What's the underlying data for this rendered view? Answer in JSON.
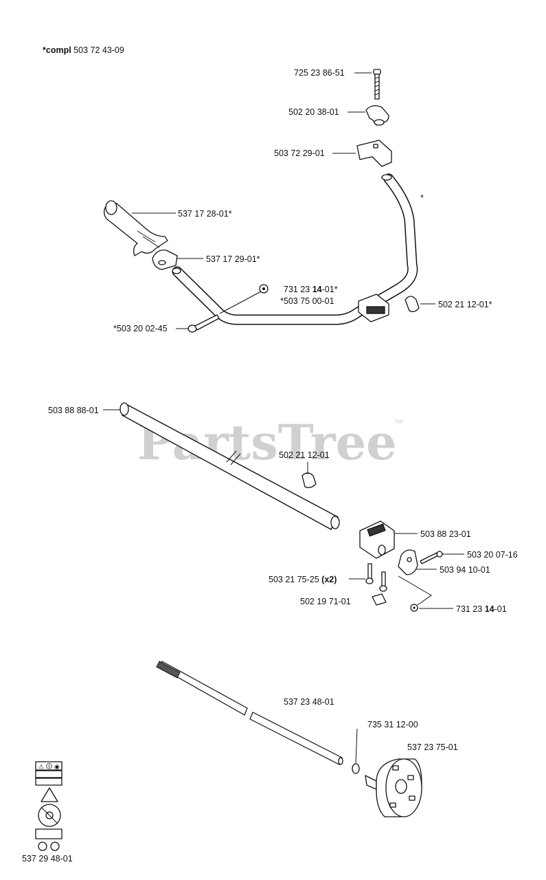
{
  "watermark": {
    "text": "PartsTree",
    "tm": "™"
  },
  "header_note": {
    "prefix": "*compl",
    "number": " 503 72 43-09"
  },
  "labels": {
    "p1": "725 23 86-51",
    "p2": "502 20 38-01",
    "p3": "503 72 29-01",
    "p4": "537 17 28-01*",
    "p5": "537 17 29-01*",
    "p6_a": "731 23 ",
    "p6_b": "14",
    "p6_c": "-01*",
    "p7": "*503 75 00-01",
    "p8": "502 21 12-01*",
    "p9": "*503 20 02-45",
    "star": "*",
    "p10": "503 88 88-01",
    "p11": "502 21 12-01",
    "p12": "503 88 23-01",
    "p13": "503 20 07-16",
    "p14_a": "503 21 75-25 ",
    "p14_b": "(x2)",
    "p15": "503 94 10-01",
    "p16": "502 19 71-01",
    "p17_a": "731 23 ",
    "p17_b": "14",
    "p17_c": "-01",
    "p18": "537 23 48-01",
    "p19": "735 31 12-00",
    "p20": "537 23 75-01",
    "p21": "537 29 48-01"
  }
}
